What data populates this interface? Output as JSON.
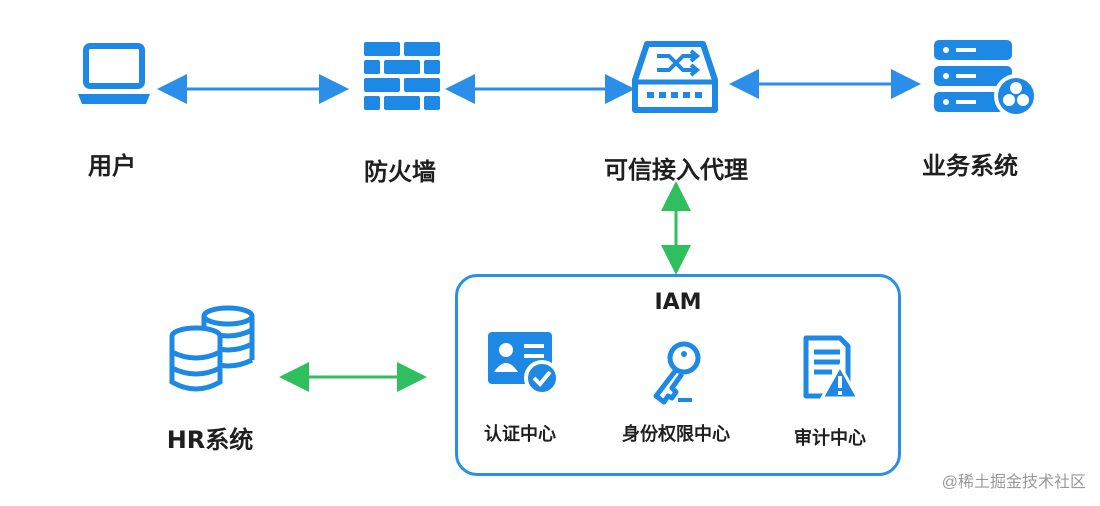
{
  "nodes": {
    "user": "用户",
    "firewall": "防火墙",
    "proxy": "可信接入代理",
    "business": "业务系统",
    "hr": "HR系统"
  },
  "iam": {
    "title": "IAM",
    "auth_center": "认证中心",
    "identity_center": "身份权限中心",
    "audit_center": "审计中心"
  },
  "watermark": "@稀土掘金技术社区",
  "colors": {
    "primary_blue": "#1e88e5",
    "arrow_blue": "#2b8ee8",
    "arrow_green": "#2fbf5f"
  },
  "icons": {
    "user": "laptop-icon",
    "firewall": "brick-wall-icon",
    "proxy": "network-switch-icon",
    "business": "server-stack-icon",
    "hr": "database-icon",
    "auth_center": "id-card-icon",
    "identity_center": "key-icon",
    "audit_center": "document-warning-icon"
  }
}
